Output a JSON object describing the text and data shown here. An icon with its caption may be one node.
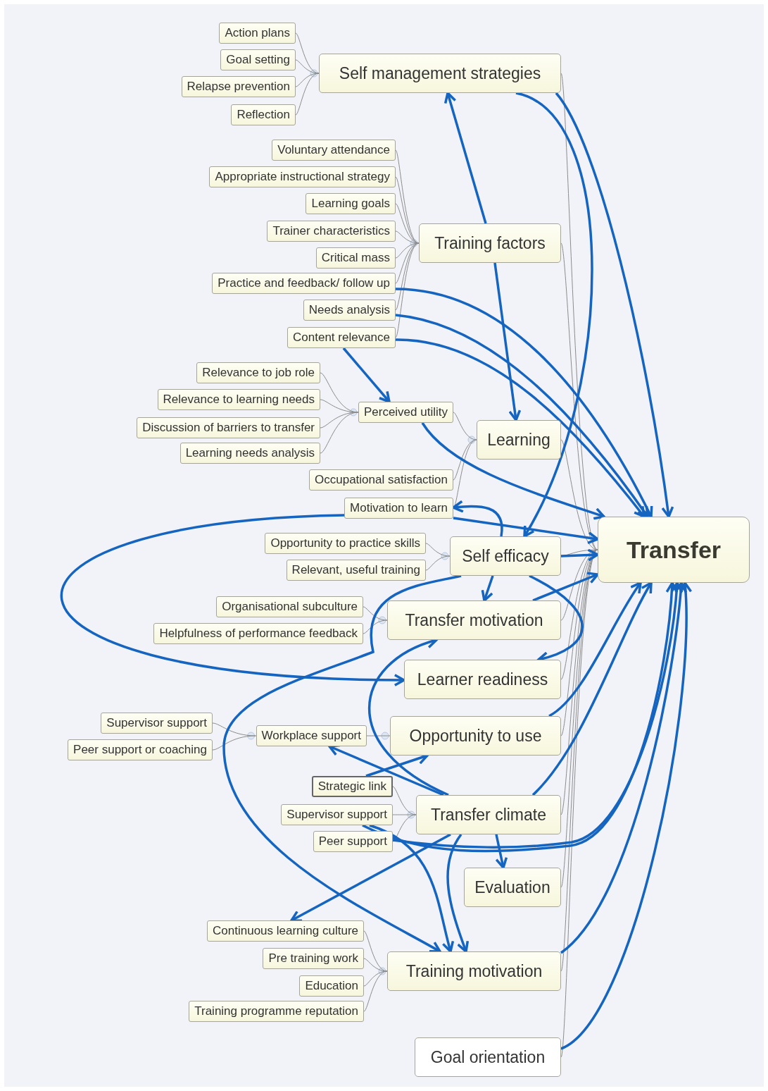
{
  "diagram": {
    "nodes": [
      {
        "text": [
          "Transfer"
        ]
      },
      {
        "text": [
          "Self management strategies"
        ]
      },
      {
        "text": [
          "Action plans"
        ]
      },
      {
        "text": [
          "Goal setting"
        ]
      },
      {
        "text": [
          "Relapse prevention"
        ]
      },
      {
        "text": [
          "Reflection"
        ]
      },
      {
        "text": [
          "Training factors"
        ]
      },
      {
        "text": [
          "Voluntary attendance"
        ]
      },
      {
        "text": [
          "Appropriate instructional strategy"
        ]
      },
      {
        "text": [
          "Learning goals"
        ]
      },
      {
        "text": [
          "Trainer characteristics"
        ]
      },
      {
        "text": [
          "Critical mass"
        ]
      },
      {
        "text": [
          "Practice and feedback/ follow up"
        ]
      },
      {
        "text": [
          "Needs analysis"
        ]
      },
      {
        "text": [
          "Content relevance"
        ]
      },
      {
        "text": [
          "Learning"
        ]
      },
      {
        "text": [
          "Perceived utility"
        ]
      },
      {
        "text": [
          "Relevance to job role"
        ]
      },
      {
        "text": [
          "Relevance to learning needs"
        ]
      },
      {
        "text": [
          "Discussion of barriers to transfer"
        ]
      },
      {
        "text": [
          "Learning needs analysis"
        ]
      },
      {
        "text": [
          "Occupational satisfaction"
        ]
      },
      {
        "text": [
          "Motivation to learn"
        ]
      },
      {
        "text": [
          "Self efficacy"
        ]
      },
      {
        "text": [
          "Opportunity to practice skills"
        ]
      },
      {
        "text": [
          "Relevant, useful training"
        ]
      },
      {
        "text": [
          "Transfer motivation"
        ]
      },
      {
        "text": [
          "Organisational subculture"
        ]
      },
      {
        "text": [
          "Helpfulness of performance feedback"
        ]
      },
      {
        "text": [
          "Learner readiness"
        ]
      },
      {
        "text": [
          "Opportunity to use"
        ]
      },
      {
        "text": [
          "Workplace support"
        ]
      },
      {
        "text": [
          "Supervisor support"
        ]
      },
      {
        "text": [
          "Peer support or coaching"
        ]
      },
      {
        "text": [
          "Transfer climate"
        ]
      },
      {
        "text": [
          "Strategic link"
        ]
      },
      {
        "text": [
          "Supervisor support"
        ]
      },
      {
        "text": [
          "Peer support"
        ]
      },
      {
        "text": [
          "Evaluation"
        ]
      },
      {
        "text": [
          "Training motivation"
        ]
      },
      {
        "text": [
          "Continuous learning culture"
        ]
      },
      {
        "text": [
          "Pre training work"
        ]
      },
      {
        "text": [
          "Education"
        ]
      },
      {
        "text": [
          "Training programme reputation"
        ]
      },
      {
        "text": [
          "Goal orientation"
        ]
      }
    ],
    "edges": [
      {
        "from": 0,
        "to": 1,
        "arrow": "none"
      },
      {
        "from": 1,
        "to": 2,
        "arrow": "none"
      },
      {
        "from": 1,
        "to": 3,
        "arrow": "none"
      },
      {
        "from": 1,
        "to": 4,
        "arrow": "none"
      },
      {
        "from": 1,
        "to": 5,
        "arrow": "none"
      },
      {
        "from": 0,
        "to": 6,
        "arrow": "none"
      },
      {
        "from": 6,
        "to": 7,
        "arrow": "none"
      },
      {
        "from": 6,
        "to": 8,
        "arrow": "none"
      },
      {
        "from": 6,
        "to": 9,
        "arrow": "none"
      },
      {
        "from": 6,
        "to": 10,
        "arrow": "none"
      },
      {
        "from": 6,
        "to": 11,
        "arrow": "none"
      },
      {
        "from": 6,
        "to": 12,
        "arrow": "none"
      },
      {
        "from": 6,
        "to": 13,
        "arrow": "none"
      },
      {
        "from": 6,
        "to": 14,
        "arrow": "none"
      },
      {
        "from": 0,
        "to": 15,
        "arrow": "none"
      },
      {
        "from": 15,
        "to": 16,
        "arrow": "none"
      },
      {
        "from": 16,
        "to": 17,
        "arrow": "none"
      },
      {
        "from": 16,
        "to": 18,
        "arrow": "none"
      },
      {
        "from": 16,
        "to": 19,
        "arrow": "none"
      },
      {
        "from": 16,
        "to": 20,
        "arrow": "none"
      },
      {
        "from": 15,
        "to": 21,
        "arrow": "none"
      },
      {
        "from": 15,
        "to": 22,
        "arrow": "none"
      },
      {
        "from": 0,
        "to": 23,
        "arrow": "none"
      },
      {
        "from": 23,
        "to": 24,
        "arrow": "none"
      },
      {
        "from": 23,
        "to": 25,
        "arrow": "none"
      },
      {
        "from": 0,
        "to": 26,
        "arrow": "none"
      },
      {
        "from": 26,
        "to": 27,
        "arrow": "none"
      },
      {
        "from": 26,
        "to": 28,
        "arrow": "none"
      },
      {
        "from": 0,
        "to": 29,
        "arrow": "none"
      },
      {
        "from": 0,
        "to": 30,
        "arrow": "none"
      },
      {
        "from": 30,
        "to": 31,
        "arrow": "none"
      },
      {
        "from": 31,
        "to": 32,
        "arrow": "none"
      },
      {
        "from": 31,
        "to": 33,
        "arrow": "none"
      },
      {
        "from": 0,
        "to": 34,
        "arrow": "none"
      },
      {
        "from": 34,
        "to": 35,
        "arrow": "none"
      },
      {
        "from": 34,
        "to": 36,
        "arrow": "none"
      },
      {
        "from": 34,
        "to": 37,
        "arrow": "none"
      },
      {
        "from": 0,
        "to": 38,
        "arrow": "none"
      },
      {
        "from": 0,
        "to": 39,
        "arrow": "none"
      },
      {
        "from": 39,
        "to": 40,
        "arrow": "none"
      },
      {
        "from": 39,
        "to": 41,
        "arrow": "none"
      },
      {
        "from": 39,
        "to": 42,
        "arrow": "none"
      },
      {
        "from": 39,
        "to": 43,
        "arrow": "none"
      },
      {
        "from": 0,
        "to": 44,
        "arrow": "none"
      },
      {
        "from": 1,
        "to": 23,
        "arrow": "to",
        "style": "thick",
        "color": "#1565c0"
      },
      {
        "from": 1,
        "to": 0,
        "arrow": "to",
        "style": "thick",
        "color": "#1565c0"
      },
      {
        "from": 6,
        "to": 1,
        "arrow": "to",
        "style": "thick",
        "color": "#1565c0"
      },
      {
        "from": 6,
        "to": 15,
        "arrow": "to",
        "style": "thick",
        "color": "#1565c0"
      },
      {
        "from": 12,
        "to": 0,
        "arrow": "to",
        "style": "thick",
        "color": "#1565c0"
      },
      {
        "from": 13,
        "to": 0,
        "arrow": "to",
        "style": "thick",
        "color": "#1565c0"
      },
      {
        "from": 14,
        "to": 0,
        "arrow": "to",
        "style": "thick",
        "color": "#1565c0"
      },
      {
        "from": 14,
        "to": 16,
        "arrow": "to",
        "style": "thick",
        "color": "#1565c0"
      },
      {
        "from": 16,
        "to": 0,
        "arrow": "to",
        "style": "thick",
        "color": "#1565c0"
      },
      {
        "from": 22,
        "to": 0,
        "arrow": "to",
        "style": "thick",
        "color": "#1565c0"
      },
      {
        "from": 22,
        "to": 29,
        "arrow": "to",
        "style": "thick",
        "color": "#1565c0"
      },
      {
        "from": 23,
        "to": 22,
        "arrow": "to",
        "style": "thick",
        "color": "#1565c0"
      },
      {
        "from": 23,
        "to": 0,
        "arrow": "to",
        "style": "thick",
        "color": "#1565c0"
      },
      {
        "from": 23,
        "to": 26,
        "arrow": "to",
        "style": "thick",
        "color": "#1565c0"
      },
      {
        "from": 23,
        "to": 29,
        "arrow": "to",
        "style": "thick",
        "color": "#1565c0"
      },
      {
        "from": 23,
        "to": 39,
        "arrow": "to",
        "style": "thick",
        "color": "#1565c0"
      },
      {
        "from": 26,
        "to": 0,
        "arrow": "to",
        "style": "thick",
        "color": "#1565c0"
      },
      {
        "from": 34,
        "to": 26,
        "arrow": "to",
        "style": "thick",
        "color": "#1565c0"
      },
      {
        "from": 34,
        "to": 31,
        "arrow": "to",
        "style": "thick",
        "color": "#1565c0"
      },
      {
        "from": 35,
        "to": 30,
        "arrow": "to",
        "style": "thick",
        "color": "#1565c0"
      },
      {
        "from": 30,
        "to": 0,
        "arrow": "to",
        "style": "thick",
        "color": "#1565c0"
      },
      {
        "from": 34,
        "to": 0,
        "arrow": "to",
        "style": "thick",
        "color": "#1565c0"
      },
      {
        "from": 36,
        "to": 0,
        "arrow": "to",
        "style": "thick",
        "color": "#1565c0"
      },
      {
        "from": 37,
        "to": 0,
        "arrow": "to",
        "style": "thick",
        "color": "#1565c0"
      },
      {
        "from": 36,
        "to": 39,
        "arrow": "to",
        "style": "thick",
        "color": "#1565c0"
      },
      {
        "from": 34,
        "to": 39,
        "arrow": "to",
        "style": "thick",
        "color": "#1565c0"
      },
      {
        "from": 34,
        "to": 40,
        "arrow": "to",
        "style": "thick",
        "color": "#1565c0"
      },
      {
        "from": 34,
        "to": 38,
        "arrow": "to",
        "style": "thick",
        "color": "#1565c0"
      },
      {
        "from": 39,
        "to": 0,
        "arrow": "to",
        "style": "thick",
        "color": "#1565c0"
      },
      {
        "from": 44,
        "to": 0,
        "arrow": "to",
        "style": "thick",
        "color": "#1565c0"
      }
    ]
  }
}
